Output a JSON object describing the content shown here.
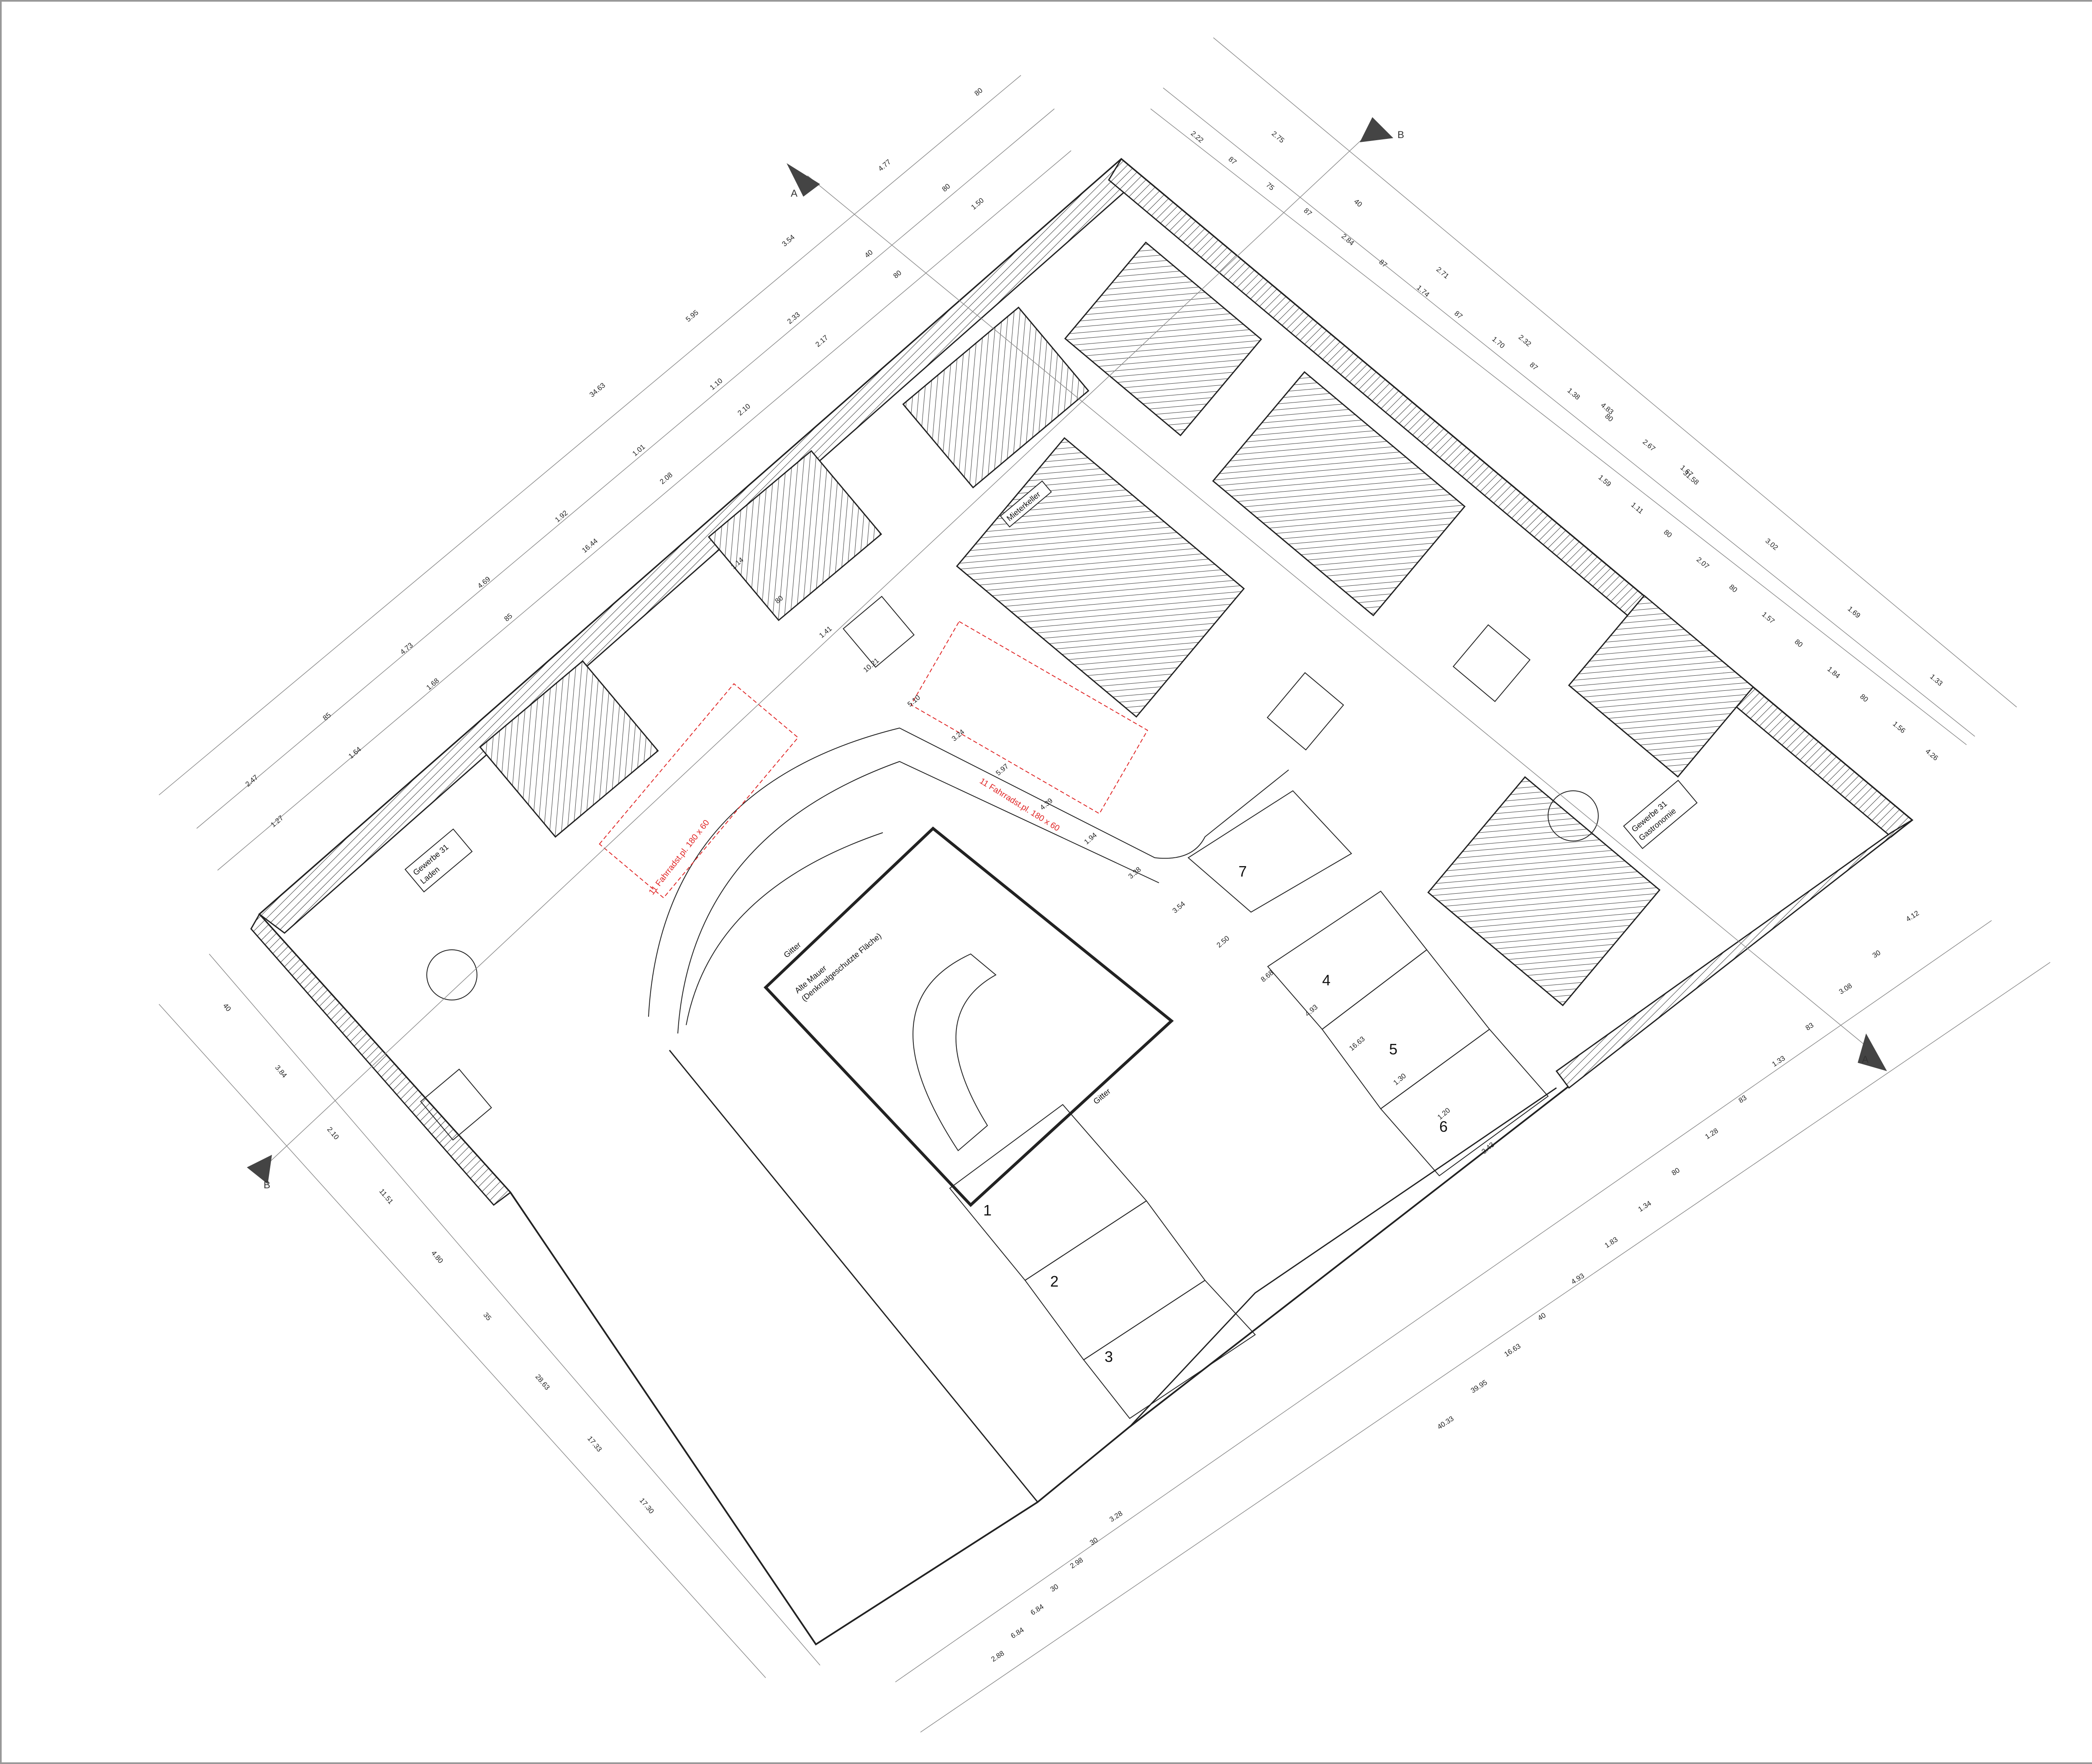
{
  "drawing": {
    "section_markers": [
      "A",
      "A",
      "B",
      "B"
    ],
    "labels": {
      "gewerbe_laden": [
        "Gewerbe 31",
        "Laden"
      ],
      "gewerbe_gastro": [
        "Gewerbe 31",
        "Gastronomie"
      ],
      "mieterkeller": "Mieterkeller",
      "alte_mauer": [
        "Alte Mauer",
        "(Denkmalgeschutzte Fläche)"
      ],
      "gitter_1": "Gitter",
      "gitter_2": "Gitter",
      "fahrrad_1": "11 Fahrradst.pl. 180 x 60",
      "fahrrad_2": "11 Fahrradst.pl. 180 x 60"
    },
    "parking_numbers": [
      "1",
      "2",
      "3",
      "4",
      "5",
      "6",
      "7"
    ],
    "top_left_dims_outer": [
      "34.63",
      "5.95",
      "3.54",
      "4.77",
      "80"
    ],
    "top_left_dims_mid": [
      "2.47",
      "85",
      "4.73",
      "4.69",
      "1.92",
      "1.01",
      "1.10",
      "2.33",
      "40",
      "80"
    ],
    "top_left_dims_inner": [
      "1.27",
      "1.64",
      "1.68",
      "85",
      "16.44",
      "2.08",
      "2.10",
      "2.17",
      "80",
      "1.50"
    ],
    "top_right_dims_outer": [
      "2.75",
      "40",
      "2.71",
      "2.32",
      "4.83",
      "31.58",
      "3.02",
      "1.69",
      "1.33"
    ],
    "top_right_dims_mid": [
      "2.22",
      "87",
      "75",
      "87",
      "2.84",
      "87",
      "1.74",
      "87",
      "1.70",
      "87",
      "1.38",
      "80",
      "2.67",
      "1.67"
    ],
    "top_right_dims_inner": [
      "1.59",
      "1.11",
      "80",
      "2.07",
      "80",
      "1.57",
      "80",
      "1.84",
      "80",
      "1.56",
      "4.26"
    ],
    "right_dims": [
      "4.12",
      "30",
      "3.08",
      "83",
      "1.33",
      "83",
      "1.28",
      "80",
      "1.34",
      "1.83",
      "4.93",
      "40",
      "16.63",
      "39.95",
      "40.33"
    ],
    "left_dims": [
      "40",
      "3.84",
      "2.10",
      "11.51",
      "4.80",
      "35",
      "28.63",
      "17.33",
      "17.30"
    ],
    "bottom_dims": [
      "3.28",
      "30",
      "2.98",
      "30",
      "6.84",
      "6.84",
      "2.88"
    ],
    "interior_dims": [
      "1.14",
      "80",
      "1.41",
      "10.21",
      "5.10",
      "3.24",
      "5.97",
      "4.39",
      "1.94",
      "3.38",
      "3.54",
      "2.50",
      "8.68",
      "4.93",
      "16.63",
      "1.30",
      "1.20",
      "3.43"
    ]
  }
}
